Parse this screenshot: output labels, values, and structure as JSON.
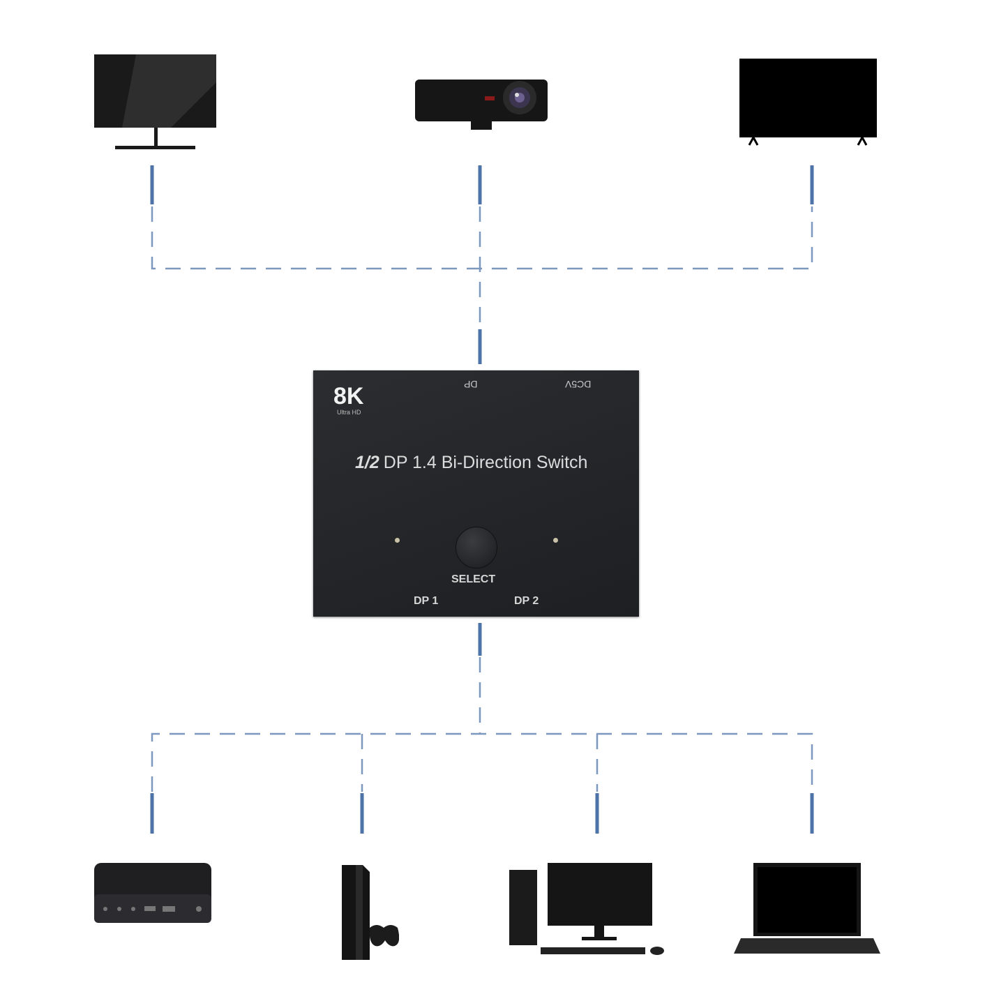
{
  "switch": {
    "badge": "8K",
    "badge_sub": "Ultra HD",
    "port_top": "DP",
    "power_label": "DC5V",
    "logo_mark": "1/2",
    "title": "DP 1.4 Bi-Direction Switch",
    "select_label": "SELECT",
    "port1_label": "DP 1",
    "port2_label": "DP 2"
  },
  "colors": {
    "line": "#7c98bf",
    "line_thick": "#4e73a8",
    "device": "#111111"
  },
  "outputs": [
    "monitor-icon",
    "projector-icon",
    "tv-icon"
  ],
  "inputs": [
    "set-top-box-icon",
    "game-console-icon",
    "desktop-pc-icon",
    "laptop-icon"
  ]
}
